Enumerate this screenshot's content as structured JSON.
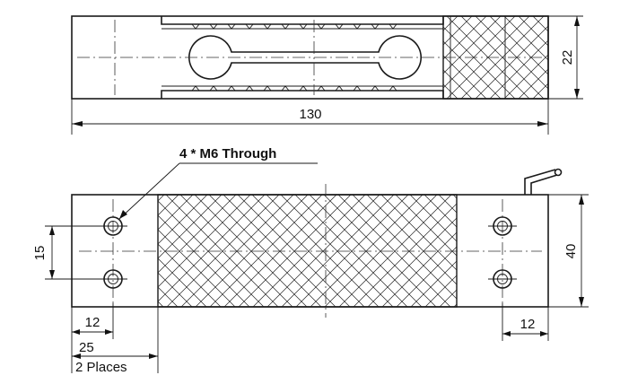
{
  "top_view": {
    "length_dim": "130",
    "height_dim": "22"
  },
  "front_view": {
    "hole_callout": "4 * M6 Through",
    "hole_spacing_dim": "15",
    "width_dim": "40",
    "left_edge_dim": "12",
    "right_edge_dim": "12",
    "offset_dim": "25",
    "places_note": "2 Places"
  }
}
